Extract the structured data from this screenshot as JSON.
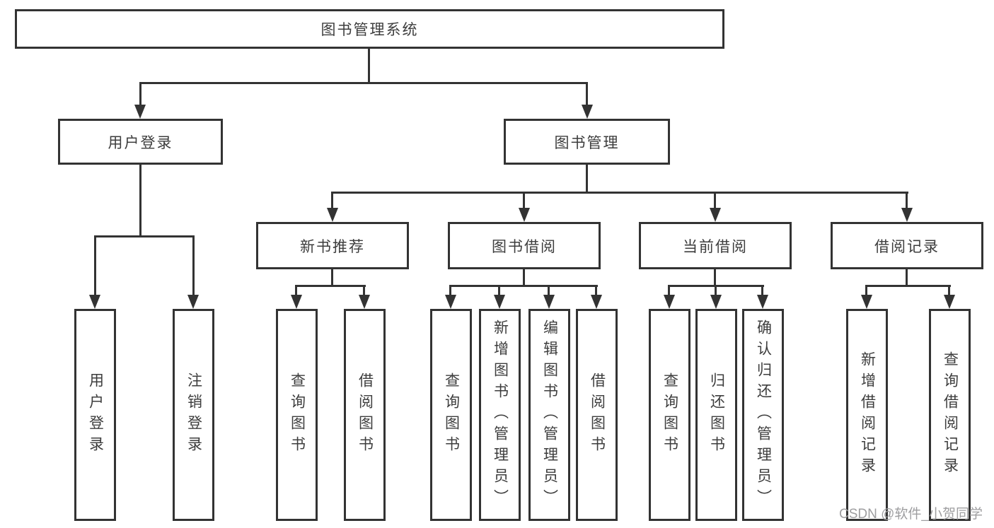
{
  "tree": {
    "label": "图书管理系统",
    "children": [
      {
        "label": "用户登录",
        "children": [
          {
            "label": "用户登录"
          },
          {
            "label": "注销登录"
          }
        ]
      },
      {
        "label": "图书管理",
        "children": [
          {
            "label": "新书推荐",
            "children": [
              {
                "label": "查询图书"
              },
              {
                "label": "借阅图书"
              }
            ]
          },
          {
            "label": "图书借阅",
            "children": [
              {
                "label": "查询图书"
              },
              {
                "label": "新增图书（管理员）"
              },
              {
                "label": "编辑图书（管理员）"
              },
              {
                "label": "借阅图书"
              }
            ]
          },
          {
            "label": "当前借阅",
            "children": [
              {
                "label": "查询图书"
              },
              {
                "label": "归还图书"
              },
              {
                "label": "确认归还（管理员）"
              }
            ]
          },
          {
            "label": "借阅记录",
            "children": [
              {
                "label": "新增借阅记录"
              },
              {
                "label": "查询借阅记录"
              }
            ]
          }
        ]
      }
    ]
  },
  "watermark": {
    "text": "CSDN @软件_小贺同学"
  },
  "colors": {
    "line": "#333333",
    "node_text": "#3d3d3d",
    "watermark": "#9e9ea0",
    "background": "#ffffff"
  }
}
